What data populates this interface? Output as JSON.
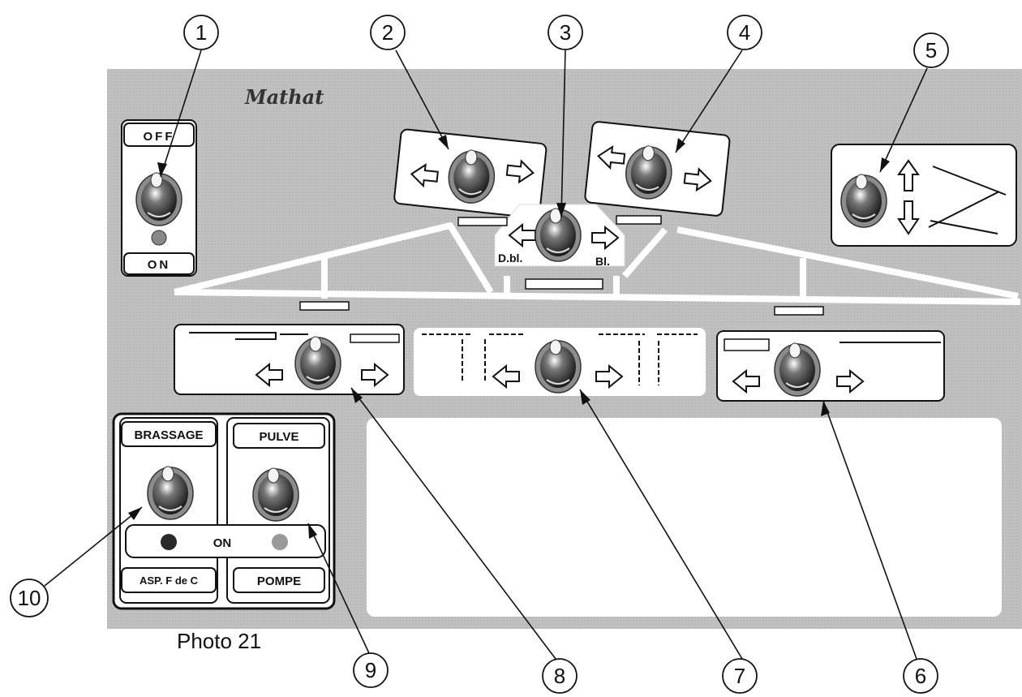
{
  "brand": "Mathat",
  "callouts": [
    "1",
    "2",
    "3",
    "4",
    "5",
    "6",
    "7",
    "8",
    "9",
    "10"
  ],
  "power": {
    "off": "OFF",
    "on": "ON"
  },
  "center_switch": {
    "left_label": "D.bl.",
    "right_label": "Bl."
  },
  "pump_panel": {
    "brassage": "BRASSAGE",
    "pulve": "PULVE",
    "on": "ON",
    "asp": "ASP. F de C",
    "pompe": "POMPE"
  },
  "caption": "Photo 21",
  "colors": {
    "panel": "#bdbdbd",
    "box": "#ffffff",
    "ink": "#111111",
    "led_dark": "#2a2a2a",
    "led_light": "#9a9a9a"
  }
}
